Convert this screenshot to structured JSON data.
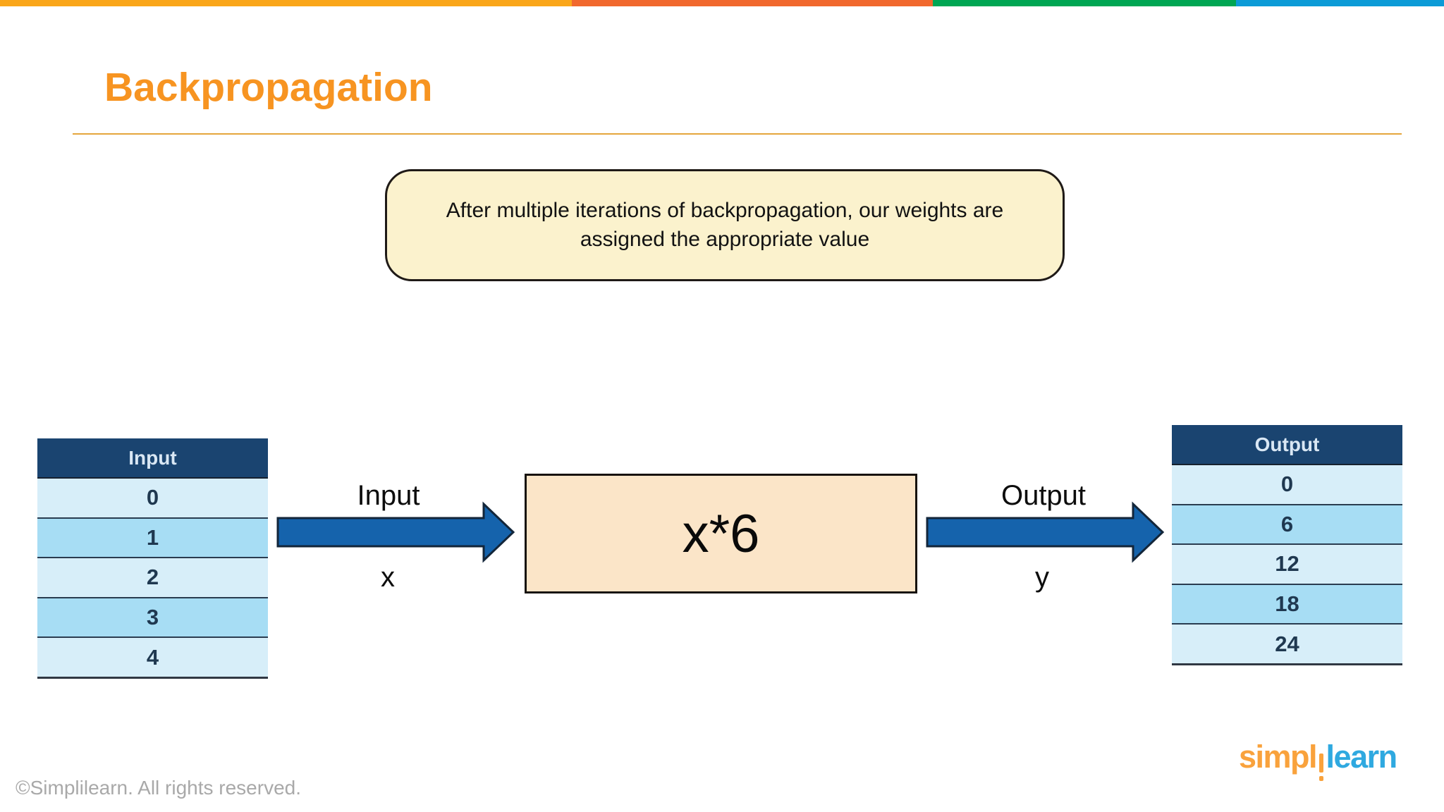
{
  "top_bar": {
    "segments": [
      {
        "name": "amber",
        "color": "#FAA61A"
      },
      {
        "name": "orange",
        "color": "#F1682D"
      },
      {
        "name": "green",
        "color": "#00A653"
      },
      {
        "name": "blue",
        "color": "#0C9BD7"
      }
    ]
  },
  "title": "Backpropagation",
  "callout": {
    "line1": "After multiple iterations of backpropagation, our weights are",
    "line2": "assigned the appropriate value"
  },
  "diagram": {
    "input_arrow": {
      "top_label": "Input",
      "bottom_label": "x"
    },
    "process_box_label": "x*6",
    "output_arrow": {
      "top_label": "Output",
      "bottom_label": "y"
    },
    "input_table": {
      "header": "Input",
      "rows": [
        "0",
        "1",
        "2",
        "3",
        "4"
      ]
    },
    "output_table": {
      "header": "Output",
      "rows": [
        "0",
        "6",
        "12",
        "18",
        "24"
      ]
    }
  },
  "footer": {
    "copyright": "©Simplilearn. All rights reserved.",
    "logo": {
      "part1": "simpl",
      "part2_lowered_i": "i",
      "part3": "learn"
    }
  },
  "colors": {
    "title_orange": "#F79421",
    "underline_gold": "#E5A63C",
    "table_header_navy": "#1A4470",
    "row_light_blue": "#D7EEF9",
    "row_medium_blue": "#A7DDF4",
    "arrow_blue": "#1563AC",
    "arrow_outline": "#13263A",
    "process_box_peach": "#FBE5C8",
    "callout_cream": "#FBF2CD",
    "logo_orange": "#F9A23C",
    "logo_blue": "#2FA9E0"
  }
}
